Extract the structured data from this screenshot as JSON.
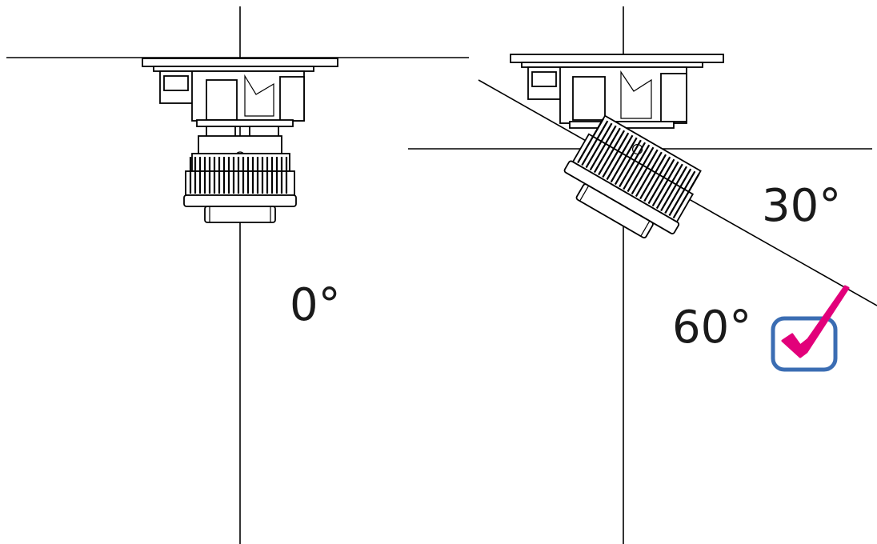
{
  "diagram": {
    "left_view": {
      "angle_label": "0°"
    },
    "right_view": {
      "angle_label_tilt": "30°",
      "angle_label_max": "60°",
      "checkmark_icon": "checkbox-checked-icon"
    },
    "colors": {
      "line": "#000000",
      "text": "#1a1a1a",
      "checkbox_border": "#3b6db3",
      "checkmark": "#e2007a"
    }
  }
}
